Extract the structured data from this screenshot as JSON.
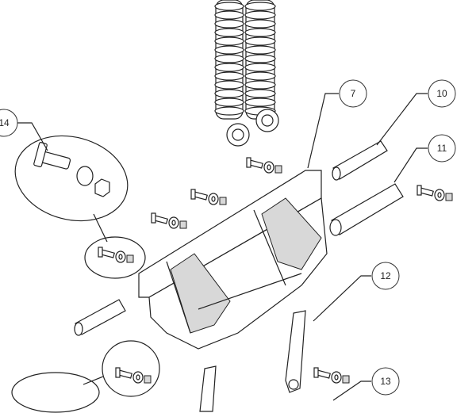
{
  "diagram": {
    "callouts": [
      {
        "id": "14",
        "label": "14"
      },
      {
        "id": "7",
        "label": "7"
      },
      {
        "id": "10",
        "label": "10"
      },
      {
        "id": "11",
        "label": "11"
      },
      {
        "id": "12",
        "label": "12"
      },
      {
        "id": "13",
        "label": "13"
      }
    ]
  }
}
